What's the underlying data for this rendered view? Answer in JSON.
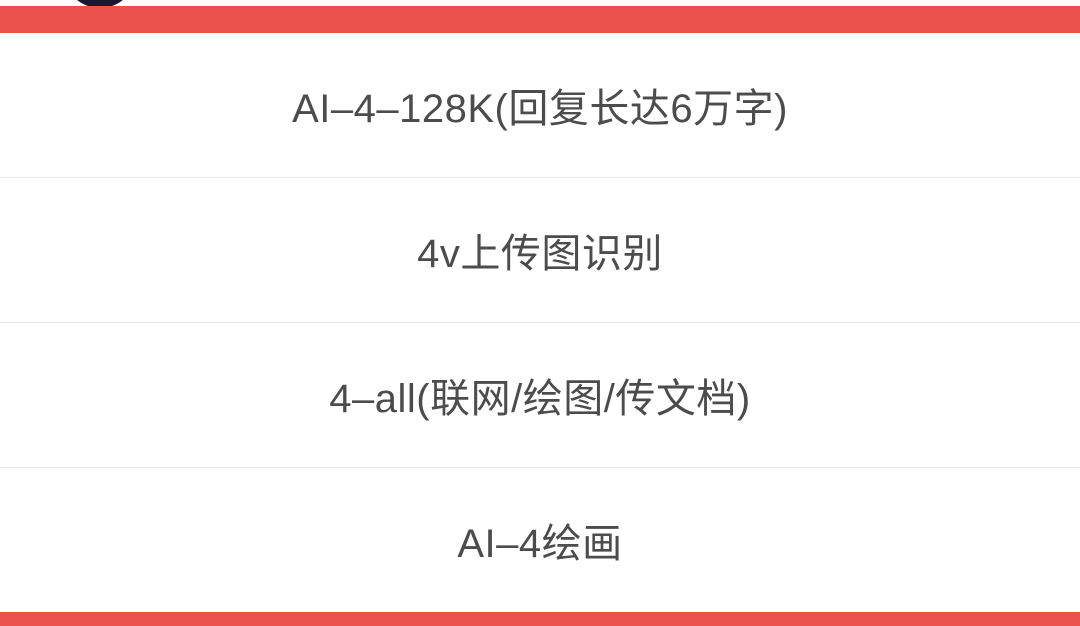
{
  "theme": {
    "accent_red": "#e8524b",
    "divider_gray": "#e7e7e7",
    "text_gray": "#4c4c4c",
    "avatar_dark": "#161b27"
  },
  "menu": {
    "items": [
      {
        "label": "AI–4–128K(回复长达6万字)"
      },
      {
        "label": "4v上传图识别"
      },
      {
        "label": "4–all(联网/绘图/传文档)"
      },
      {
        "label": "AI–4绘画"
      }
    ]
  }
}
